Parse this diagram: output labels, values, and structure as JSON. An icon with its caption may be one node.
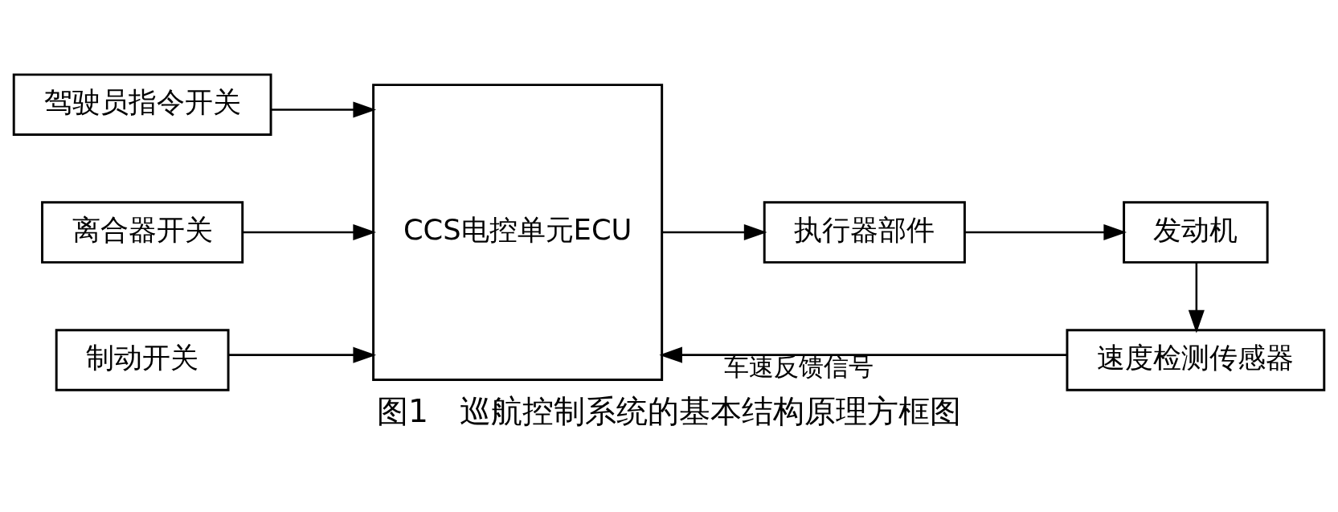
{
  "diagram": {
    "caption": "图1　巡航控制系统的基本结构原理方框图",
    "nodes": [
      {
        "text": [
          "驾驶员指令开关"
        ]
      },
      {
        "text": [
          "离合器开关"
        ]
      },
      {
        "text": [
          "制动开关"
        ]
      },
      {
        "text": [
          "CCS电控单元ECU"
        ]
      },
      {
        "text": [
          "执行器部件"
        ]
      },
      {
        "text": [
          "发动机"
        ]
      },
      {
        "text": [
          "速度检测传感器"
        ]
      }
    ],
    "edges": [
      {
        "from": 0,
        "to": 3,
        "arrow": "to"
      },
      {
        "from": 1,
        "to": 3,
        "arrow": "to"
      },
      {
        "from": 2,
        "to": 3,
        "arrow": "to"
      },
      {
        "from": 3,
        "to": 4,
        "arrow": "to"
      },
      {
        "from": 4,
        "to": 5,
        "arrow": "to"
      },
      {
        "from": 5,
        "to": 6,
        "arrow": "to"
      },
      {
        "from": 6,
        "to": 3,
        "arrow": "to",
        "label": "车速反馈信号"
      }
    ]
  }
}
